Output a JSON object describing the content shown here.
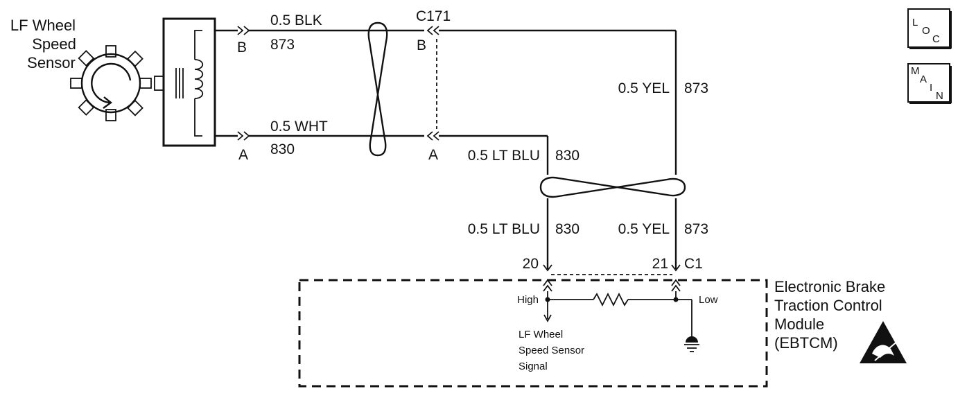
{
  "sensor": {
    "name_line1": "LF Wheel",
    "name_line2": "Speed",
    "name_line3": "Sensor"
  },
  "sensor_pins": {
    "b": "B",
    "a": "A"
  },
  "wires": {
    "top_color": "0.5 BLK",
    "top_circuit": "873",
    "bottom_color": "0.5 WHT",
    "bottom_circuit": "830",
    "right_upper_color": "0.5 YEL",
    "right_upper_circuit": "873",
    "mid_upper_color": "0.5 LT BLU",
    "mid_upper_circuit": "830",
    "mid_lower_color": "0.5 LT BLU",
    "mid_lower_circuit": "830",
    "right_lower_color": "0.5 YEL",
    "right_lower_circuit": "873"
  },
  "connector_c171": {
    "name": "C171",
    "pin_b": "B",
    "pin_a": "A"
  },
  "connector_c1": {
    "name": "C1",
    "pin_20": "20",
    "pin_21": "21"
  },
  "module": {
    "name_line1": "Electronic Brake",
    "name_line2": "Traction Control",
    "name_line3": "Module",
    "name_line4": "(EBTCM)",
    "high_label": "High",
    "low_label": "Low",
    "signal_line1": "LF Wheel",
    "signal_line2": "Speed Sensor",
    "signal_line3": "Signal"
  },
  "nav_buttons": {
    "loc": {
      "l": "L",
      "o": "O",
      "c": "C"
    },
    "main": {
      "m": "M",
      "a": "A",
      "i": "I",
      "n": "N"
    }
  }
}
